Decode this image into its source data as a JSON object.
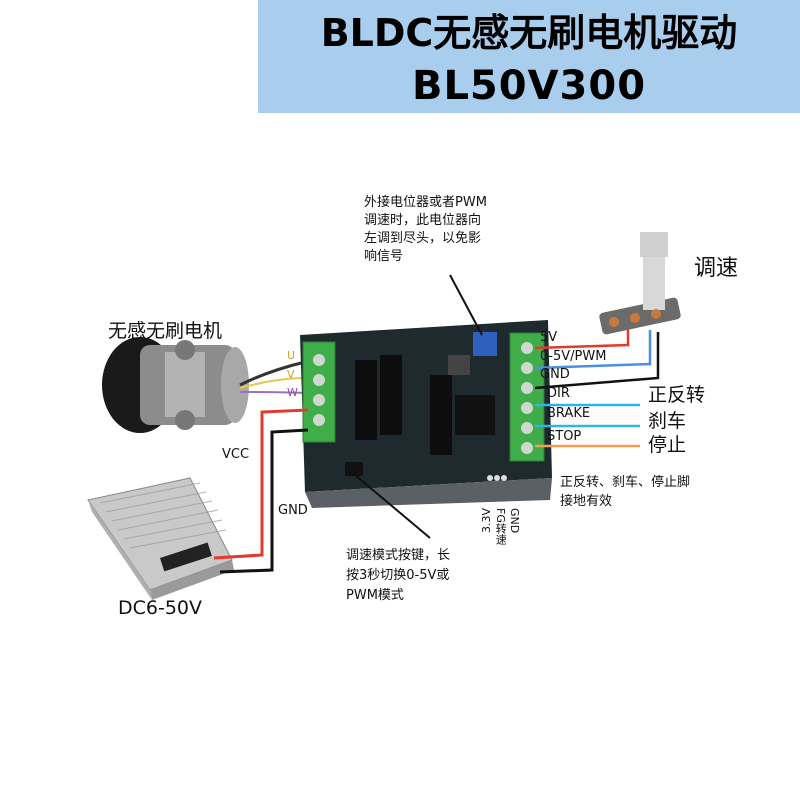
{
  "title": {
    "line1": "BLDC无感无刷电机驱动",
    "line2": "BL50V300"
  },
  "labels": {
    "motor": "无感无刷电机",
    "pot_note_1": "外接电位器或者PWM",
    "pot_note_2": "调速时，此电位器向",
    "pot_note_3": "左调到尽头，以免影",
    "pot_note_4": "响信号",
    "speed": "调速",
    "u": "U",
    "v": "V",
    "w": "W",
    "vcc": "VCC",
    "gnd_left": "GND",
    "power": "DC6-50V",
    "pin_5v": "5V",
    "pin_signal": "0-5V/PWM",
    "pin_gnd": "GND",
    "pin_dir": "DIR",
    "pin_brake": "BRAKE",
    "pin_stop": "STOP",
    "fwd_rev": "正反转",
    "brake_cn": "刹车",
    "stop_cn": "停止",
    "ground_note_1": "正反转、刹车、停止脚",
    "ground_note_2": "接地有效",
    "button_note_1": "调速模式按键，长",
    "button_note_2": "按3秒切换0-5V或",
    "button_note_3": "PWM模式",
    "hdr_gnd": "GND",
    "hdr_fg": "FG转速",
    "hdr_3v": "3.3V"
  },
  "colors": {
    "banner": "#a9cdec",
    "wire_red": "#e23b2e",
    "wire_blue": "#4a8fe0",
    "wire_cyan": "#29b6e8",
    "wire_orange": "#f0a050",
    "wire_black": "#111111",
    "terminal_green": "#3fae4a",
    "pcb": "#1f2a2e"
  }
}
